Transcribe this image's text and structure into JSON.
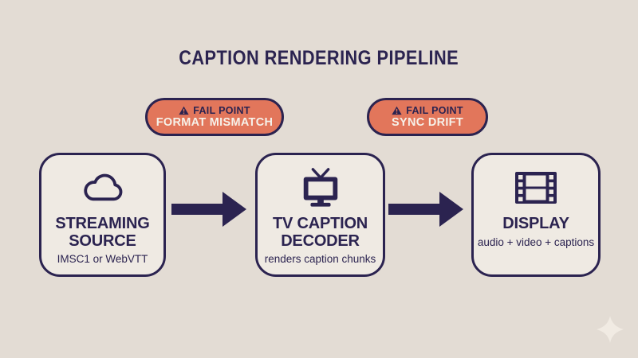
{
  "title": "CAPTION RENDERING PIPELINE",
  "colors": {
    "background": "#e3dcd4",
    "navy": "#2b2350",
    "coral": "#e2765b",
    "box_fill": "#efeae3",
    "cream": "#f6f1e9",
    "sparkle": "#f1ebe3"
  },
  "fail_points": [
    {
      "icon": "warning-triangle-icon",
      "label": "FAIL POINT",
      "detail": "FORMAT MISMATCH"
    },
    {
      "icon": "warning-triangle-icon",
      "label": "FAIL POINT",
      "detail": "SYNC DRIFT"
    }
  ],
  "nodes": [
    {
      "icon": "cloud-icon",
      "title": "STREAMING\nSOURCE",
      "subtitle": "IMSC1 or WebVTT"
    },
    {
      "icon": "tv-icon",
      "title": "TV CAPTION\nDECODER",
      "subtitle": "renders caption chunks"
    },
    {
      "icon": "film-strip-icon",
      "title": "DISPLAY",
      "subtitle": "audio + video + captions"
    }
  ],
  "icons": {
    "arrow": "flow-arrow-icon",
    "sparkle": "sparkle-icon"
  }
}
